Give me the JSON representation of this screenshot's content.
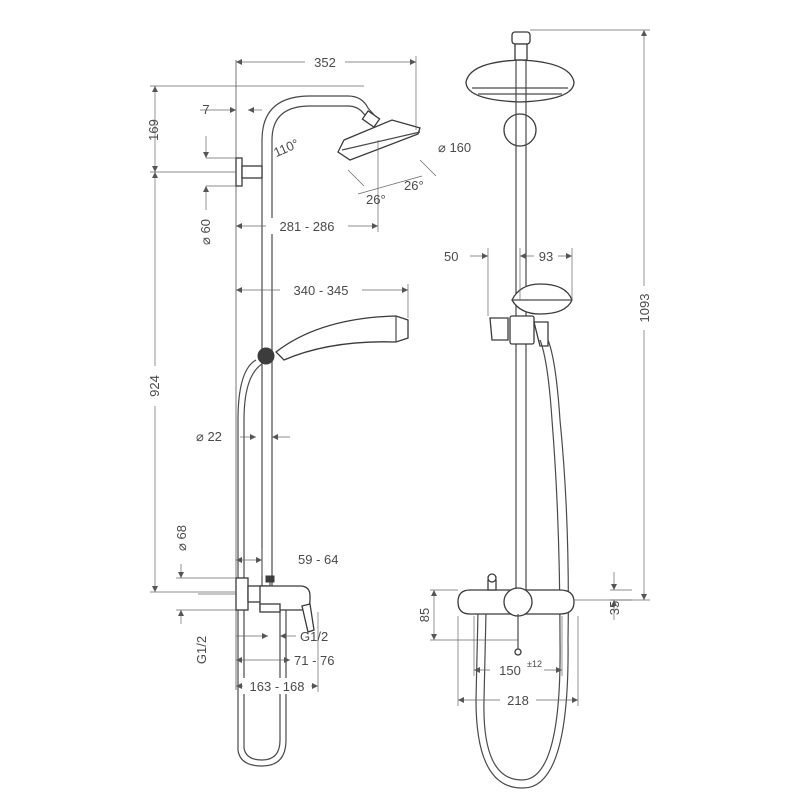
{
  "dimensions": {
    "width_352": "352",
    "offset_7": "7",
    "height_169": "169",
    "angle_110": "110°",
    "head_dia_160": "⌀ 160",
    "angle_26a": "26°",
    "angle_26b": "26°",
    "dia_60": "⌀ 60",
    "reach_281_286": "281 - 286",
    "reach_340_345": "340 - 345",
    "height_924": "924",
    "dia_22": "⌀ 22",
    "dia_68": "⌀ 68",
    "offset_59_64": "59 - 64",
    "thread_left": "G1/2",
    "thread_right": "G1/2",
    "depth_71_76": "71 - 76",
    "depth_163_168": "163 - 168",
    "offset_50": "50",
    "offset_93": "93",
    "height_1093": "1093",
    "height_85": "85",
    "height_35": "35",
    "centers_150": "150",
    "centers_tolerance": "±12",
    "width_218": "218"
  }
}
